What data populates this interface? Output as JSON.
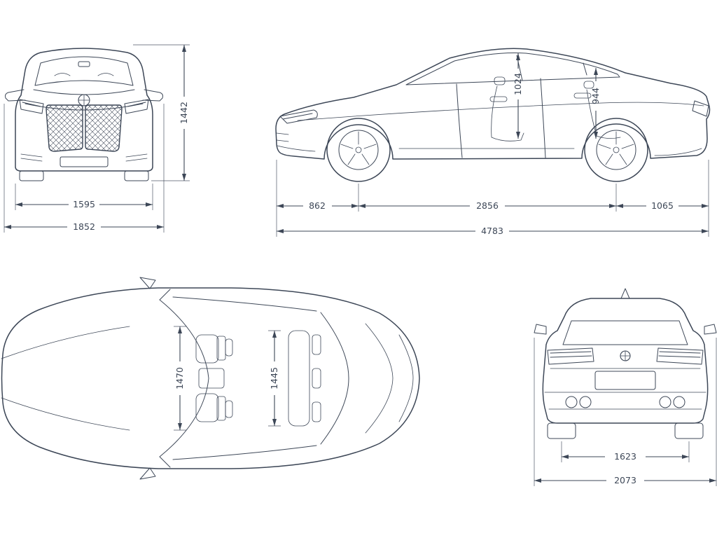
{
  "colors": {
    "line": "#3d4757",
    "background": "#ffffff"
  },
  "views": {
    "front": {
      "dimensions": {
        "overall_height": "1442",
        "track_width": "1595",
        "overall_width": "1852"
      }
    },
    "side": {
      "dimensions": {
        "interior_height_front": "1024",
        "interior_height_rear": "944",
        "front_overhang": "862",
        "wheelbase": "2856",
        "rear_overhang": "1065",
        "overall_length": "4783"
      }
    },
    "top": {
      "dimensions": {
        "interior_width_front": "1470",
        "interior_width_rear": "1445"
      }
    },
    "rear": {
      "dimensions": {
        "rear_track": "1623",
        "width_incl_mirrors": "2073"
      }
    }
  }
}
